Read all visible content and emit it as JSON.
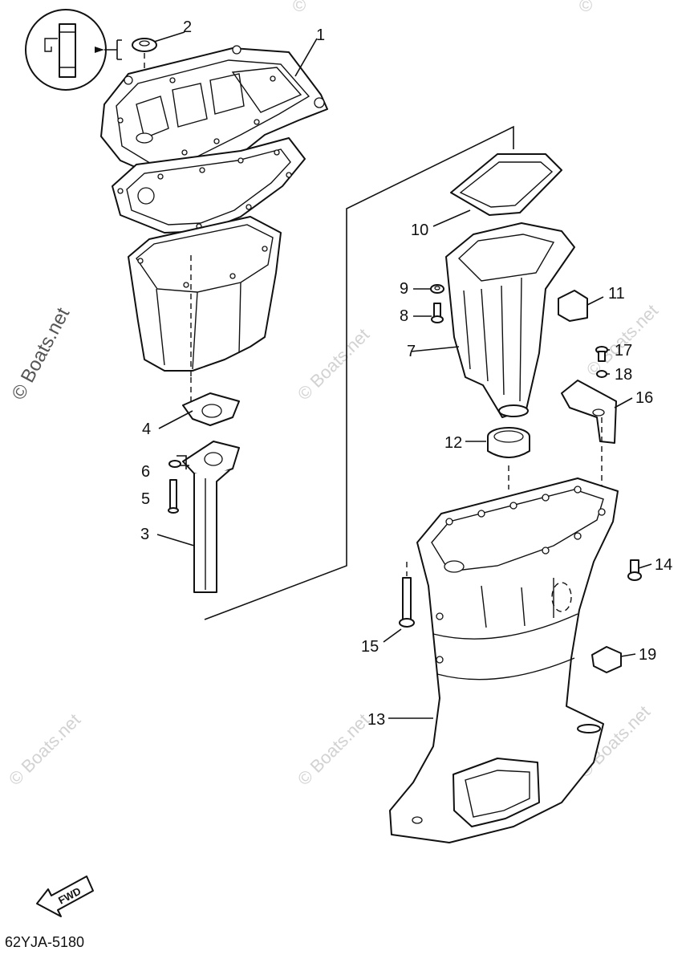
{
  "diagram": {
    "labels": {
      "l1": "1",
      "l2": "2",
      "l3": "3",
      "l4": "4",
      "l5": "5",
      "l6": "6",
      "l7": "7",
      "l8": "8",
      "l9": "9",
      "l10": "10",
      "l11": "11",
      "l12": "12",
      "l13": "13",
      "l14": "14",
      "l15": "15",
      "l16": "16",
      "l17": "17",
      "l18": "18",
      "l19": "19"
    },
    "direction": "FWD",
    "diagram_code": "62YJA-5180"
  },
  "watermark": {
    "text": "© Boats.net",
    "corner_text": "©"
  }
}
